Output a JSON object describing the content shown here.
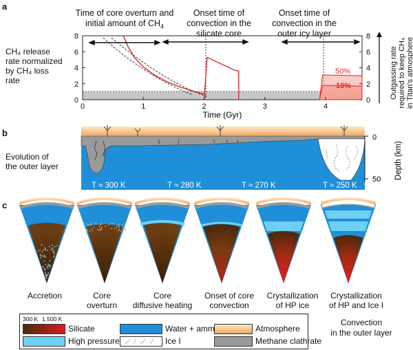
{
  "panel_a": {
    "letter": "a",
    "events": [
      {
        "line1": "Time of core overturn and",
        "line2": "initial amount of CH",
        "sub": "4"
      },
      {
        "line1": "Onset time of",
        "line2": "convection in the",
        "line3": "silicate core"
      },
      {
        "line1": "Onset time of",
        "line2": "convection in the",
        "line3": "outer icy layer"
      }
    ],
    "left_label": [
      "CH₄ release",
      "rate normalized",
      "by CH₄ loss",
      "rate"
    ],
    "right_label": [
      "Outgassing rate",
      "required to keep CH₄",
      "in Titan's atmosphere"
    ],
    "xlabel": "Time (Gyr)",
    "x_ticks": [
      "0",
      "1",
      "2",
      "3",
      "4"
    ],
    "y_ticks": [
      "0",
      "2",
      "4",
      "6",
      "8"
    ],
    "pct_labels": [
      "50%",
      "10%"
    ],
    "colors": {
      "curve": "#d62a2a",
      "fill": "#f4a395",
      "band": "#c7c7c7"
    }
  },
  "chart_data": {
    "type": "line",
    "xlabel": "Time (Gyr)",
    "ylabel": "CH₄ release rate normalized by CH₄ loss rate",
    "xlim": [
      0,
      4.6
    ],
    "ylim": [
      0,
      8
    ],
    "series": [
      {
        "name": "",
        "x": [
          0.67,
          0.75,
          0.85,
          1.0,
          1.2,
          1.4,
          1.6,
          1.8,
          2.0
        ],
        "y": [
          8,
          6.6,
          5.3,
          4.1,
          3.0,
          2.2,
          1.6,
          1.1,
          0.7
        ]
      },
      {
        "name": "",
        "x": [
          2.0,
          2.05,
          2.5,
          2.57,
          2.57
        ],
        "y": [
          0,
          5.3,
          3.7,
          3.6,
          0
        ]
      },
      {
        "name": "50%",
        "x": [
          3.9,
          3.95,
          4.6
        ],
        "y": [
          0,
          3.1,
          3.0
        ]
      },
      {
        "name": "10%",
        "x": [
          3.9,
          3.95,
          4.6
        ],
        "y": [
          0,
          1.8,
          1.7
        ]
      }
    ],
    "band": [
      0,
      1
    ]
  },
  "panel_b": {
    "letter": "b",
    "label": [
      "Evolution of",
      "the outer layer"
    ],
    "temps": [
      "T ≈ 300 K",
      "T ≈ 280 K",
      "T ≈ 270 K",
      "T ≈ 250 K"
    ],
    "depth_label": "Depth (km)",
    "depth_ticks": [
      "0",
      "50"
    ]
  },
  "panel_c": {
    "letter": "c",
    "stages": [
      [
        "Accretion"
      ],
      [
        "Core",
        "overturn"
      ],
      [
        "Core",
        "diffusive heating"
      ],
      [
        "Onset of core",
        "convection"
      ],
      [
        "Crystallization",
        "of HP ice"
      ],
      [
        "Crystallization",
        "of  HP and  Ice I"
      ]
    ]
  },
  "legend": {
    "temp_low": "300 K",
    "temp_high": "1,500 K",
    "items": [
      "Silicate",
      "High pressure ices",
      "Water + ammonia",
      "Ice I",
      "Atmosphere",
      "Methane clathrate"
    ],
    "colors": {
      "water": "#1e8fd8",
      "hp_ice": "#6fd0f4",
      "atmosphere": "#f6b36e",
      "clathrate": "#9a9a9a",
      "silicate_cold": "#5a3410",
      "silicate_hot": "#d81e1e"
    }
  },
  "convection_note": [
    "Convection",
    "in the outer layer"
  ]
}
